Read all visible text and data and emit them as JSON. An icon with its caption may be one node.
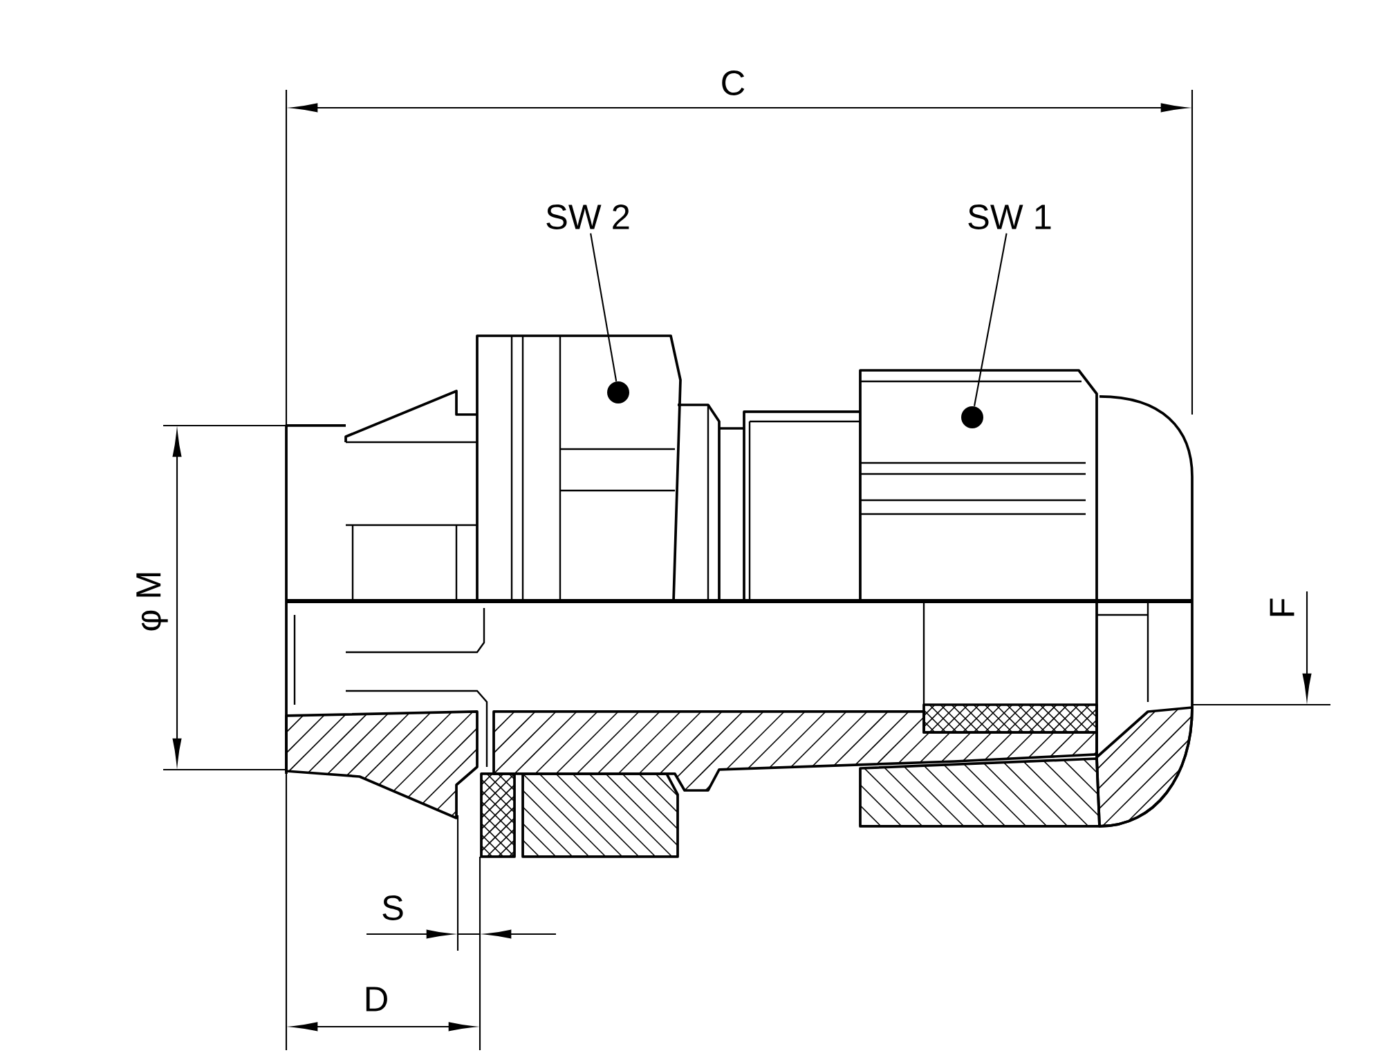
{
  "diagram": {
    "nodes": [
      {
        "text": [
          "SW 2"
        ]
      },
      {
        "text": [
          "SW 1"
        ]
      },
      {
        "text": [],
        "shape": "circle"
      },
      {
        "text": [],
        "shape": "circle"
      }
    ],
    "edges": [
      {
        "from": 0,
        "to": 2,
        "arrow": "none"
      },
      {
        "from": 1,
        "to": 3,
        "arrow": "none"
      }
    ],
    "labels": [
      "C",
      "φ M",
      "F",
      "S",
      "D"
    ]
  }
}
